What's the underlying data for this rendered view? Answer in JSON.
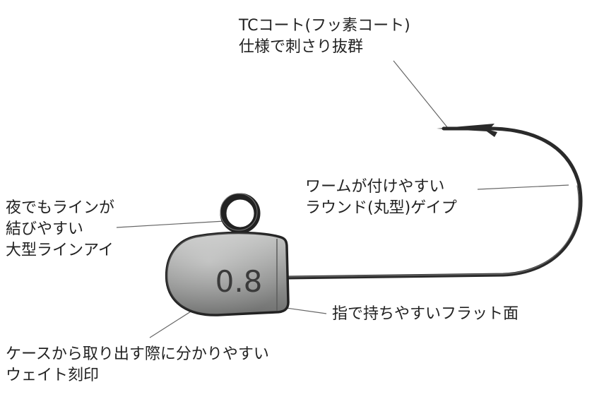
{
  "weight_marking": "0.8",
  "colors": {
    "hook_stroke": "#2a2a2a",
    "head_fill": "#8e8f8e",
    "leader_line": "#666666",
    "text": "#222222"
  },
  "callouts": {
    "coating": [
      "TCコート(フッ素コート)",
      "仕様で刺さり抜群"
    ],
    "hook_shape": [
      "ワームが付けやすい",
      "ラウンド(丸型)ゲイプ"
    ],
    "line_eye": [
      "夜でもラインが",
      "結びやすい",
      "大型ラインアイ"
    ],
    "flat_face": [
      "指で持ちやすいフラット面"
    ],
    "weight_mark": [
      "ケースから取り出す際に分かりやすい",
      "ウェイト刻印"
    ]
  }
}
